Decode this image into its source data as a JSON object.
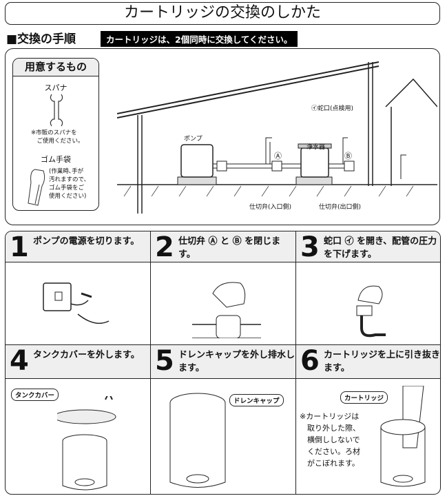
{
  "title": "カートリッジの交換のしかた",
  "section_heading": "■交換の手順",
  "notice": "カートリッジは、2個同時に交換してください。",
  "prep": {
    "heading": "用意するもの",
    "wrench": "スパナ",
    "wrench_note": "※市販のスパナを\n　ご使用ください。",
    "gloves": "ゴム手袋",
    "gloves_note": "(作業時､手が\n汚れますので、\nゴム手袋をご\n使用ください)"
  },
  "diagram": {
    "pump": "ポンプ",
    "purifier": "浄水器",
    "faucet": "㋑蛇口(点検用)",
    "valve_a": "Ⓐ",
    "valve_b": "Ⓑ",
    "valve_in": "仕切弁(入口側)",
    "valve_out": "仕切弁(出口側)"
  },
  "steps": [
    {
      "num": "1",
      "text": "ポンプの電源を切ります。"
    },
    {
      "num": "2",
      "text": "仕切弁 Ⓐ と Ⓑ を閉じます。"
    },
    {
      "num": "3",
      "text": "蛇口 ㋑ を開き、配管の圧力を下げます。"
    },
    {
      "num": "4",
      "text": "タンクカバーを外します。",
      "tag": "タンクカバー"
    },
    {
      "num": "5",
      "text": "ドレンキャップを外し排水します。",
      "tag": "ドレンキャップ"
    },
    {
      "num": "6",
      "text": "カートリッジを上に引き抜きます。",
      "tag": "カートリッジ",
      "note": "※カートリッジは\n　取り外した際、\n　横倒ししないで\n　ください。ろ材\n　がこぼれます。"
    }
  ]
}
